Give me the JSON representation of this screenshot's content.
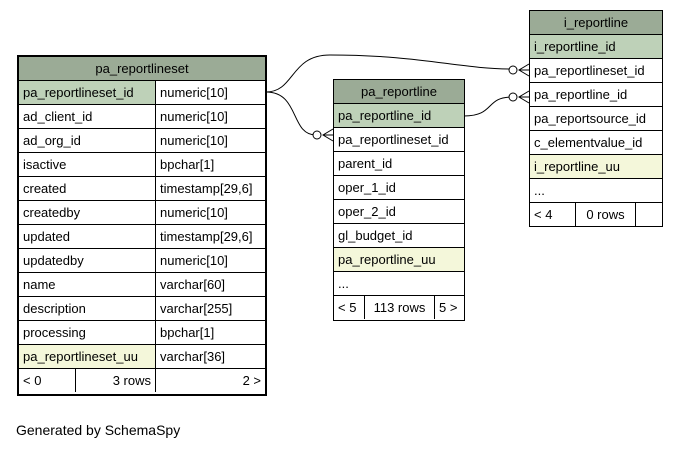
{
  "tables": {
    "pa_reportlineset": {
      "name": "pa_reportlineset",
      "columns": [
        {
          "name": "pa_reportlineset_id",
          "type": "numeric[10]",
          "role": "pk"
        },
        {
          "name": "ad_client_id",
          "type": "numeric[10]",
          "role": ""
        },
        {
          "name": "ad_org_id",
          "type": "numeric[10]",
          "role": ""
        },
        {
          "name": "isactive",
          "type": "bpchar[1]",
          "role": ""
        },
        {
          "name": "created",
          "type": "timestamp[29,6]",
          "role": ""
        },
        {
          "name": "createdby",
          "type": "numeric[10]",
          "role": ""
        },
        {
          "name": "updated",
          "type": "timestamp[29,6]",
          "role": ""
        },
        {
          "name": "updatedby",
          "type": "numeric[10]",
          "role": ""
        },
        {
          "name": "name",
          "type": "varchar[60]",
          "role": ""
        },
        {
          "name": "description",
          "type": "varchar[255]",
          "role": ""
        },
        {
          "name": "processing",
          "type": "bpchar[1]",
          "role": ""
        },
        {
          "name": "pa_reportlineset_uu",
          "type": "varchar[36]",
          "role": "uu"
        }
      ],
      "footer": {
        "left": "< 0",
        "mid": "3 rows",
        "right": "2 >"
      }
    },
    "pa_reportline": {
      "name": "pa_reportline",
      "columns": [
        {
          "name": "pa_reportline_id",
          "role": "pk"
        },
        {
          "name": "pa_reportlineset_id",
          "role": ""
        },
        {
          "name": "parent_id",
          "role": ""
        },
        {
          "name": "oper_1_id",
          "role": ""
        },
        {
          "name": "oper_2_id",
          "role": ""
        },
        {
          "name": "gl_budget_id",
          "role": ""
        },
        {
          "name": "pa_reportline_uu",
          "role": "uu"
        },
        {
          "name": "...",
          "role": ""
        }
      ],
      "footer": {
        "left": "< 5",
        "mid": "113 rows",
        "right": "5 >"
      }
    },
    "i_reportline": {
      "name": "i_reportline",
      "columns": [
        {
          "name": "i_reportline_id",
          "role": "pk"
        },
        {
          "name": "pa_reportlineset_id",
          "role": ""
        },
        {
          "name": "pa_reportline_id",
          "role": ""
        },
        {
          "name": "pa_reportsource_id",
          "role": ""
        },
        {
          "name": "c_elementvalue_id",
          "role": ""
        },
        {
          "name": "i_reportline_uu",
          "role": "uu"
        },
        {
          "name": "...",
          "role": ""
        }
      ],
      "footer": {
        "left": "< 4",
        "mid": "0 rows",
        "right": ""
      }
    }
  },
  "footer_text": "Generated by SchemaSpy"
}
